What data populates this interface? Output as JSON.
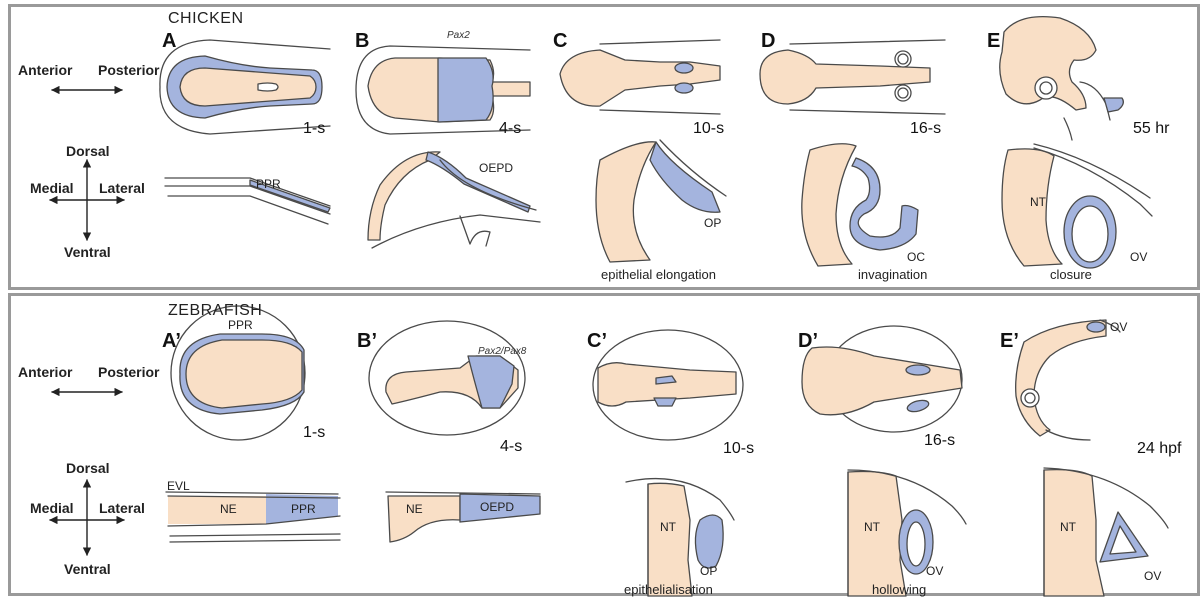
{
  "colors": {
    "tissue": "#f9dfc6",
    "placode": "#a4b4de",
    "line": "#4a4a4a",
    "frame": "#9a9a9a"
  },
  "chicken": {
    "section_title": "CHICKEN",
    "axes": {
      "anterior": "Anterior",
      "posterior": "Posterior",
      "dorsal": "Dorsal",
      "ventral": "Ventral",
      "medial": "Medial",
      "lateral": "Lateral"
    },
    "panels": [
      {
        "letter": "A",
        "stage": "1-s",
        "label": "PPR"
      },
      {
        "letter": "B",
        "stage": "4-s",
        "gene": "Pax2",
        "label": "OEPD"
      },
      {
        "letter": "C",
        "stage": "10-s",
        "label": "OP",
        "caption": "epithelial elongation"
      },
      {
        "letter": "D",
        "stage": "16-s",
        "label": "OC",
        "caption": "invagination"
      },
      {
        "letter": "E",
        "stage": "55 hr",
        "label_nt": "NT",
        "label": "OV",
        "caption": "closure"
      }
    ]
  },
  "zebrafish": {
    "section_title": "ZEBRAFISH",
    "axes": {
      "anterior": "Anterior",
      "posterior": "Posterior",
      "dorsal": "Dorsal",
      "ventral": "Ventral",
      "medial": "Medial",
      "lateral": "Lateral"
    },
    "panels": [
      {
        "letter": "A’",
        "stage": "1-s",
        "label_top": "PPR",
        "label_evl": "EVL",
        "label_ne": "NE",
        "label": "PPR"
      },
      {
        "letter": "B’",
        "stage": "4-s",
        "gene": "Pax2/Pax8",
        "label_ne": "NE",
        "label": "OEPD"
      },
      {
        "letter": "C’",
        "stage": "10-s",
        "label_nt": "NT",
        "label": "OP",
        "caption": "epithelialisation"
      },
      {
        "letter": "D’",
        "stage": "16-s",
        "label_nt": "NT",
        "label": "OV",
        "caption": "hollowing"
      },
      {
        "letter": "E’",
        "stage": "24 hpf",
        "label_top": "OV",
        "label_nt": "NT",
        "label": "OV"
      }
    ]
  }
}
